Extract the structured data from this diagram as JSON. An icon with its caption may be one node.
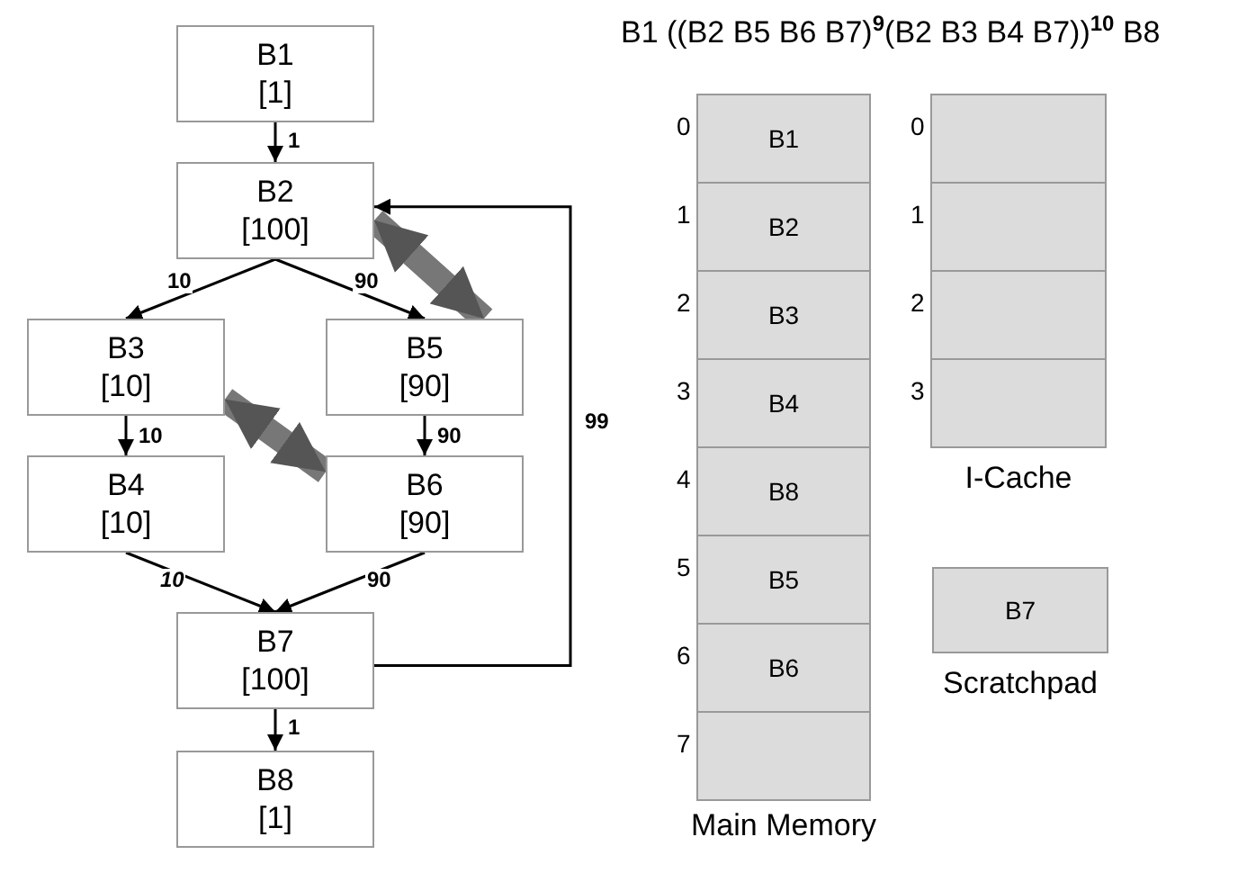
{
  "diagram": {
    "title": "B1 ((B2 B5 B6 B7)$^{9}$(B2 B3 B4 B7))$^{10}$ B8",
    "nodes": [
      {
        "text": [
          "B1",
          "[1]"
        ]
      },
      {
        "text": [
          "B2",
          "[100]"
        ]
      },
      {
        "text": [
          "B3",
          "[10]"
        ]
      },
      {
        "text": [
          "B5",
          "[90]"
        ]
      },
      {
        "text": [
          "B4",
          "[10]"
        ]
      },
      {
        "text": [
          "B6",
          "[90]"
        ]
      },
      {
        "text": [
          "B7",
          "[100]"
        ]
      },
      {
        "text": [
          "B8",
          "[1]"
        ]
      },
      {
        "text": [
          "Main Memory"
        ]
      },
      {
        "text": [
          "B1"
        ],
        "in": 8
      },
      {
        "text": [
          "B2"
        ],
        "in": 8
      },
      {
        "text": [
          "B3"
        ],
        "in": 8
      },
      {
        "text": [
          "B4"
        ],
        "in": 8
      },
      {
        "text": [
          "B8"
        ],
        "in": 8
      },
      {
        "text": [
          "B5"
        ],
        "in": 8
      },
      {
        "text": [
          "B6"
        ],
        "in": 8
      },
      {
        "text": [],
        "shape": "box",
        "in": 8
      },
      {
        "text": [
          "I-Cache"
        ]
      },
      {
        "text": [],
        "shape": "box",
        "in": 17
      },
      {
        "text": [],
        "shape": "box",
        "in": 17
      },
      {
        "text": [],
        "shape": "box",
        "in": 17
      },
      {
        "text": [],
        "shape": "box",
        "in": 17
      },
      {
        "text": [
          "B7",
          "Scratchpad"
        ]
      }
    ],
    "edges": [
      {
        "from": 0,
        "to": 1,
        "arrow": "to",
        "label": "1"
      },
      {
        "from": 1,
        "to": 2,
        "arrow": "to",
        "label": "10"
      },
      {
        "from": 1,
        "to": 3,
        "arrow": "to",
        "label": "90"
      },
      {
        "from": 2,
        "to": 4,
        "arrow": "to",
        "label": "10"
      },
      {
        "from": 3,
        "to": 5,
        "arrow": "to",
        "label": "90"
      },
      {
        "from": 4,
        "to": 6,
        "arrow": "to",
        "label": "10"
      },
      {
        "from": 5,
        "to": 6,
        "arrow": "to",
        "label": "90"
      },
      {
        "from": 6,
        "to": 7,
        "arrow": "to",
        "label": "1"
      },
      {
        "from": 6,
        "to": 1,
        "arrow": "to",
        "label": "99"
      },
      {
        "from": 1,
        "to": 3,
        "arrow": "both",
        "style": "thick",
        "color": "#777777"
      },
      {
        "from": 2,
        "to": 5,
        "arrow": "both",
        "style": "thick",
        "color": "#777777"
      }
    ],
    "labels": [
      "0",
      "1",
      "2",
      "3",
      "4",
      "5",
      "6",
      "7",
      "0",
      "1",
      "2",
      "3"
    ]
  }
}
